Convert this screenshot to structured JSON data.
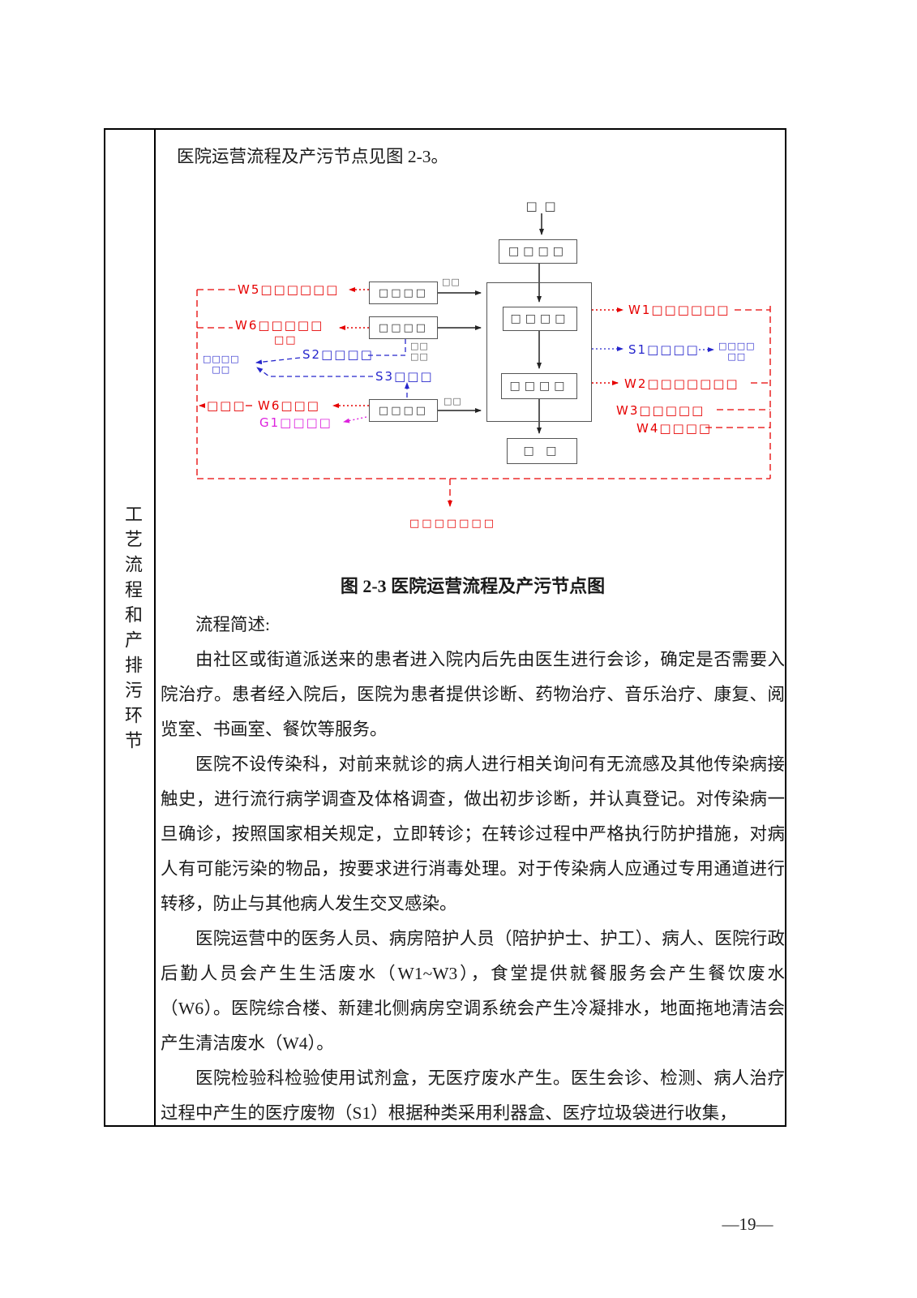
{
  "page": {
    "number": "—19—"
  },
  "sidebar": {
    "vertical_label": "工艺流程和产排污环节"
  },
  "content": {
    "intro": "医院运营流程及产污节点见图 2-3。",
    "figure_caption": "图 2-3 医院运营流程及产污节点图",
    "flow_heading": "流程简述:",
    "paragraphs": [
      "由社区或街道派送来的患者进入院内后先由医生进行会诊，确定是否需要入院治疗。患者经入院后，医院为患者提供诊断、药物治疗、音乐治疗、康复、阅览室、书画室、餐饮等服务。",
      "医院不设传染科，对前来就诊的病人进行相关询问有无流感及其他传染病接触史，进行流行病学调查及体格调查，做出初步诊断，并认真登记。对传染病一旦确诊，按照国家相关规定，立即转诊；在转诊过程中严格执行防护措施，对病人有可能污染的物品，按要求进行消毒处理。对于传染病人应通过专用通道进行转移，防止与其他病人发生交叉感染。",
      "医院运营中的医务人员、病房陪护人员（陪护护士、护工）、病人、医院行政后勤人员会产生生活废水（W1~W3），食堂提供就餐服务会产生餐饮废水（W6）。医院综合楼、新建北侧病房空调系统会产生冷凝排水，地面拖地清洁会产生清洁废水（W4）。",
      "医院检验科检验使用试剂盒，无医疗废水产生。医生会诊、检测、病人治疗过程中产生的医疗废物（S1）根据种类采用利器盒、医疗垃圾袋进行收集，"
    ]
  },
  "diagram": {
    "patient": "□ □",
    "boxes": {
      "reception": "□□□□",
      "logistics": "□□□□",
      "canteen": "□□□□",
      "lab": "□□□□",
      "inpatient": "□□□□",
      "rehab": "□□□□",
      "discharge": "□ □"
    },
    "arrow_notes": {
      "logistics_in": "□□",
      "lab_in": "□□",
      "canteen_sub1": "□□",
      "canteen_sub2": "□□"
    },
    "left_labels": {
      "w5": "W5□□□□□□",
      "w6": "W6□□□□□",
      "w6_sub": "□□",
      "s2": "S2□□□□",
      "s3": "S3□□□",
      "w6b": "W6□□□",
      "left_red_note": "□□□",
      "g1": "G1□□□□"
    },
    "right_labels": {
      "w1": "W1□□□□□□",
      "s1": "S1□□□□",
      "w2": "W2□□□□□□□",
      "w3": "W3□□□□□",
      "w4": "W4□□□□"
    },
    "notes": {
      "left_blue_1": "□□□□",
      "left_blue_2": "□□",
      "right_blue_1": "□□□□",
      "right_blue_2": "□□"
    },
    "sink": "□□□□□□□",
    "colors": {
      "waste_red": "#e60000",
      "solid_blue": "#2626cc",
      "gas_magenta": "#dd22dd"
    }
  }
}
